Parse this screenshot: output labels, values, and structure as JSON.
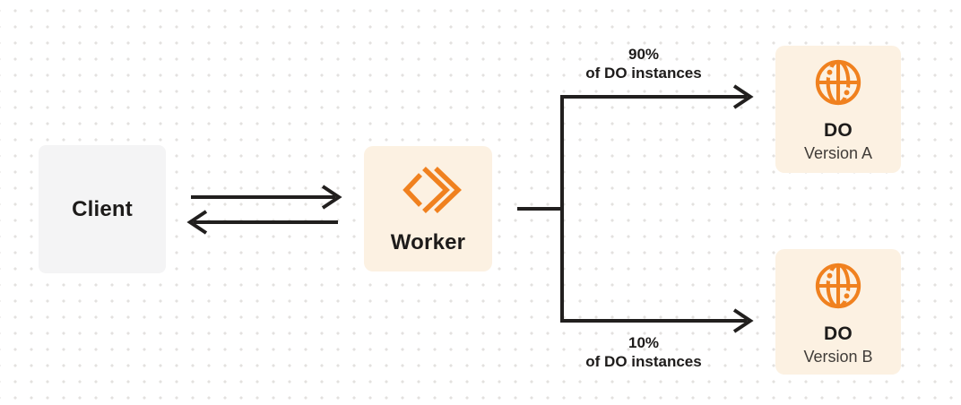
{
  "colors": {
    "background": "#ffffff",
    "dot": "#e3e1df",
    "line": "#211f1e",
    "text": "#1d1b1a",
    "text_secondary": "#403c38",
    "accent_orange": "#f0811f",
    "box_cream": "#fcf1e2",
    "box_gray": "#f4f4f5"
  },
  "nodes": {
    "client": {
      "label": "Client"
    },
    "worker": {
      "label": "Worker",
      "icon": "workers-icon"
    },
    "do_version_a": {
      "title": "DO",
      "subtitle": "Version A",
      "icon": "globe-icon"
    },
    "do_version_b": {
      "title": "DO",
      "subtitle": "Version B",
      "icon": "globe-icon"
    }
  },
  "edges": {
    "split_top": {
      "percent": "90%",
      "caption": "of DO instances"
    },
    "split_bottom": {
      "percent": "10%",
      "caption": "of DO instances"
    }
  }
}
